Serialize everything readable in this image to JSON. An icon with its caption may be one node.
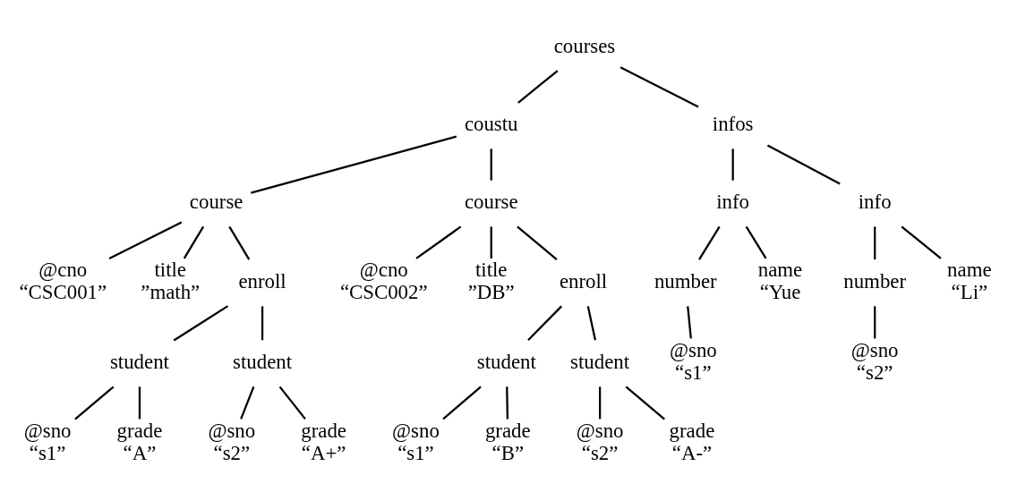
{
  "diagram": {
    "nodes": [
      {
        "text": [
          "courses"
        ]
      },
      {
        "text": [
          "coustu"
        ]
      },
      {
        "text": [
          "infos"
        ]
      },
      {
        "text": [
          "course"
        ]
      },
      {
        "text": [
          "course"
        ]
      },
      {
        "text": [
          "info"
        ]
      },
      {
        "text": [
          "info"
        ]
      },
      {
        "text": [
          "@cno"
        ],
        "beside": [
          "“CSC001”"
        ]
      },
      {
        "text": [
          "title"
        ],
        "beside": [
          "”math”"
        ]
      },
      {
        "text": [
          "enroll"
        ]
      },
      {
        "text": [
          "@cno"
        ],
        "beside": [
          "“CSC002”"
        ]
      },
      {
        "text": [
          "title"
        ],
        "beside": [
          "”DB”"
        ]
      },
      {
        "text": [
          "enroll"
        ]
      },
      {
        "text": [
          "number"
        ]
      },
      {
        "text": [
          "name"
        ],
        "beside": [
          "“Yue"
        ]
      },
      {
        "text": [
          "number"
        ]
      },
      {
        "text": [
          "name"
        ],
        "beside": [
          "“Li”"
        ]
      },
      {
        "text": [
          "student"
        ]
      },
      {
        "text": [
          "student"
        ]
      },
      {
        "text": [
          "student"
        ]
      },
      {
        "text": [
          "student"
        ]
      },
      {
        "text": [
          "@sno"
        ],
        "beside": [
          "“s1”"
        ]
      },
      {
        "text": [
          "@sno"
        ],
        "beside": [
          "“s2”"
        ]
      },
      {
        "text": [
          "@sno"
        ],
        "beside": [
          "“s1”"
        ]
      },
      {
        "text": [
          "grade"
        ],
        "beside": [
          "“A”"
        ]
      },
      {
        "text": [
          "@sno"
        ],
        "beside": [
          "“s2”"
        ]
      },
      {
        "text": [
          "grade"
        ],
        "beside": [
          "“A+”"
        ]
      },
      {
        "text": [
          "@sno"
        ],
        "beside": [
          "“s1”"
        ]
      },
      {
        "text": [
          "grade"
        ],
        "beside": [
          "“B”"
        ]
      },
      {
        "text": [
          "@sno"
        ],
        "beside": [
          "“s2”"
        ]
      },
      {
        "text": [
          "grade"
        ],
        "beside": [
          "“A-”"
        ]
      }
    ],
    "edges": [
      {
        "from": 0,
        "to": 1,
        "arrow": "none"
      },
      {
        "from": 0,
        "to": 2,
        "arrow": "none"
      },
      {
        "from": 1,
        "to": 3,
        "arrow": "none"
      },
      {
        "from": 1,
        "to": 4,
        "arrow": "none"
      },
      {
        "from": 2,
        "to": 5,
        "arrow": "none"
      },
      {
        "from": 2,
        "to": 6,
        "arrow": "none"
      },
      {
        "from": 3,
        "to": 7,
        "arrow": "none"
      },
      {
        "from": 3,
        "to": 8,
        "arrow": "none"
      },
      {
        "from": 3,
        "to": 9,
        "arrow": "none"
      },
      {
        "from": 4,
        "to": 10,
        "arrow": "none"
      },
      {
        "from": 4,
        "to": 11,
        "arrow": "none"
      },
      {
        "from": 4,
        "to": 12,
        "arrow": "none"
      },
      {
        "from": 5,
        "to": 13,
        "arrow": "none"
      },
      {
        "from": 5,
        "to": 14,
        "arrow": "none"
      },
      {
        "from": 6,
        "to": 15,
        "arrow": "none"
      },
      {
        "from": 6,
        "to": 16,
        "arrow": "none"
      },
      {
        "from": 9,
        "to": 17,
        "arrow": "none"
      },
      {
        "from": 9,
        "to": 18,
        "arrow": "none"
      },
      {
        "from": 12,
        "to": 19,
        "arrow": "none"
      },
      {
        "from": 12,
        "to": 20,
        "arrow": "none"
      },
      {
        "from": 13,
        "to": 21,
        "arrow": "none"
      },
      {
        "from": 15,
        "to": 22,
        "arrow": "none"
      },
      {
        "from": 17,
        "to": 23,
        "arrow": "none"
      },
      {
        "from": 17,
        "to": 24,
        "arrow": "none"
      },
      {
        "from": 18,
        "to": 25,
        "arrow": "none"
      },
      {
        "from": 18,
        "to": 26,
        "arrow": "none"
      },
      {
        "from": 19,
        "to": 27,
        "arrow": "none"
      },
      {
        "from": 19,
        "to": 28,
        "arrow": "none"
      },
      {
        "from": 20,
        "to": 29,
        "arrow": "none"
      },
      {
        "from": 20,
        "to": 30,
        "arrow": "none"
      }
    ]
  }
}
